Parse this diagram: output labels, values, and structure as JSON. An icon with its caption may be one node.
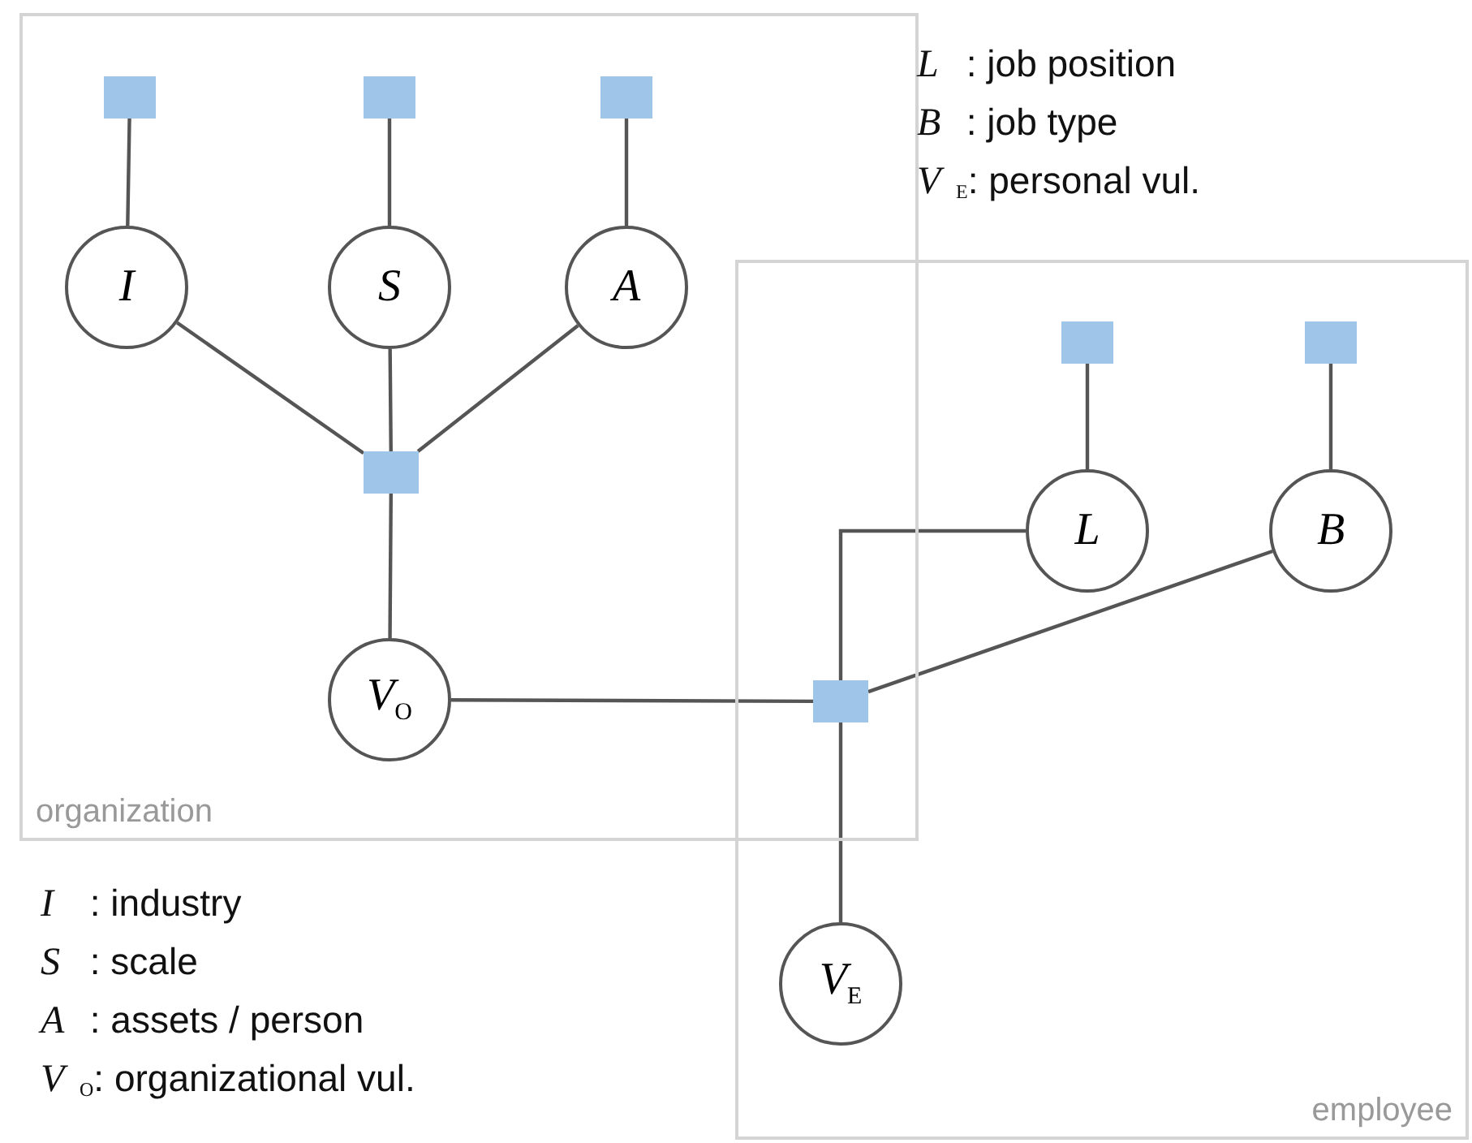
{
  "diagram": {
    "nodes": [
      {
        "text": [
          "organization"
        ]
      },
      {
        "text": [
          "employee"
        ]
      },
      {
        "text": [],
        "shape": "box",
        "in": 0
      },
      {
        "text": [],
        "shape": "box",
        "in": 0
      },
      {
        "text": [],
        "shape": "box",
        "in": 0
      },
      {
        "text": [
          "I"
        ],
        "in": 0
      },
      {
        "text": [
          "S"
        ],
        "in": 0
      },
      {
        "text": [
          "A"
        ],
        "in": 0
      },
      {
        "text": [],
        "shape": "box",
        "in": 0
      },
      {
        "text": [
          "*V*$_{O}$"
        ],
        "in": 0
      },
      {
        "text": [],
        "shape": "box",
        "in": 1
      },
      {
        "text": [],
        "shape": "box",
        "in": 1
      },
      {
        "text": [
          "L"
        ],
        "in": 1
      },
      {
        "text": [
          "B"
        ],
        "in": 1
      },
      {
        "text": [],
        "shape": "box"
      },
      {
        "text": [
          "*V*$_{E}$"
        ],
        "in": 1
      }
    ],
    "edges": [
      {
        "from": 2,
        "to": 5,
        "arrow": "none"
      },
      {
        "from": 3,
        "to": 6,
        "arrow": "none"
      },
      {
        "from": 4,
        "to": 7,
        "arrow": "none"
      },
      {
        "from": 5,
        "to": 8,
        "arrow": "none"
      },
      {
        "from": 6,
        "to": 8,
        "arrow": "none"
      },
      {
        "from": 7,
        "to": 8,
        "arrow": "none"
      },
      {
        "from": 8,
        "to": 9,
        "arrow": "none"
      },
      {
        "from": 10,
        "to": 12,
        "arrow": "none"
      },
      {
        "from": 11,
        "to": 13,
        "arrow": "none"
      },
      {
        "from": 9,
        "to": 14,
        "arrow": "none"
      },
      {
        "from": 12,
        "to": 14,
        "arrow": "none"
      },
      {
        "from": 13,
        "to": 14,
        "arrow": "none"
      },
      {
        "from": 14,
        "to": 15,
        "arrow": "none"
      }
    ],
    "labels": [
      "*L* : job position",
      "*B* : job type",
      "*V*$_{E}$: personal vul.",
      "*I* : industry",
      "*S* : scale",
      "*A* : assets / person",
      "*V*$_{O}$: organizational vul."
    ]
  }
}
